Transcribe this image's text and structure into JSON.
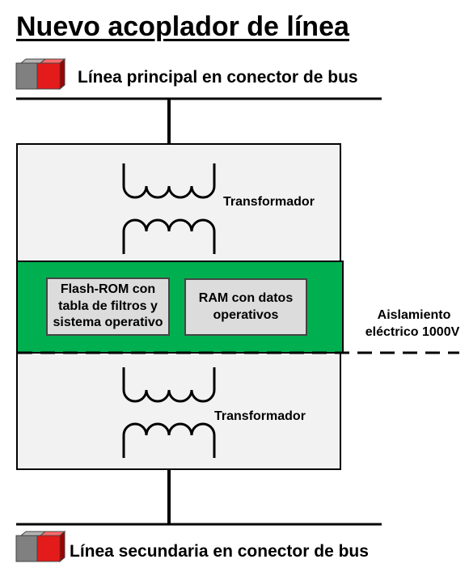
{
  "title": "Nuevo acoplador de línea",
  "main_line_label": "Línea principal en conector de bus",
  "secondary_line_label": "Línea secundaria en conector de bus",
  "upper_transformer_label": "Transformador",
  "lower_transformer_label": "Transformador",
  "flash_rom_label": "Flash-ROM con tabla de filtros y sistema operativo",
  "ram_label": "RAM con datos operativos",
  "isolation_label_line1": "Aislamiento",
  "isolation_label_line2": "eléctrico 1000V",
  "colors": {
    "housing": "#f2f2f2",
    "pcb_green": "#00b050",
    "chip_fill": "#dcdcdc",
    "connector_red": "#e31b1b",
    "connector_grey": "#808080"
  }
}
